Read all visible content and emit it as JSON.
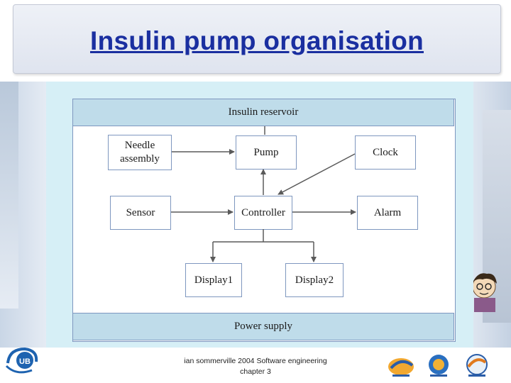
{
  "slide": {
    "title": "Insulin pump organisation",
    "footer": "ian  sommerville 2004 Software engineering chapter 3"
  },
  "diagram": {
    "top_band": "Insulin reservoir",
    "bottom_band": "Power supply",
    "nodes": {
      "needle_line1": "Needle",
      "needle_line2": "assembly",
      "pump": "Pump",
      "clock": "Clock",
      "sensor": "Sensor",
      "controller": "Controller",
      "alarm": "Alarm",
      "display1": "Display1",
      "display2": "Display2"
    }
  },
  "logos": {
    "left": "UB",
    "right": [
      "logo-1",
      "logo-2",
      "logo-3"
    ]
  },
  "colors": {
    "title": "#1a2fa0",
    "band": "#bfdcea",
    "border": "#7e97bf",
    "figure_bg": "#d6eff6"
  }
}
